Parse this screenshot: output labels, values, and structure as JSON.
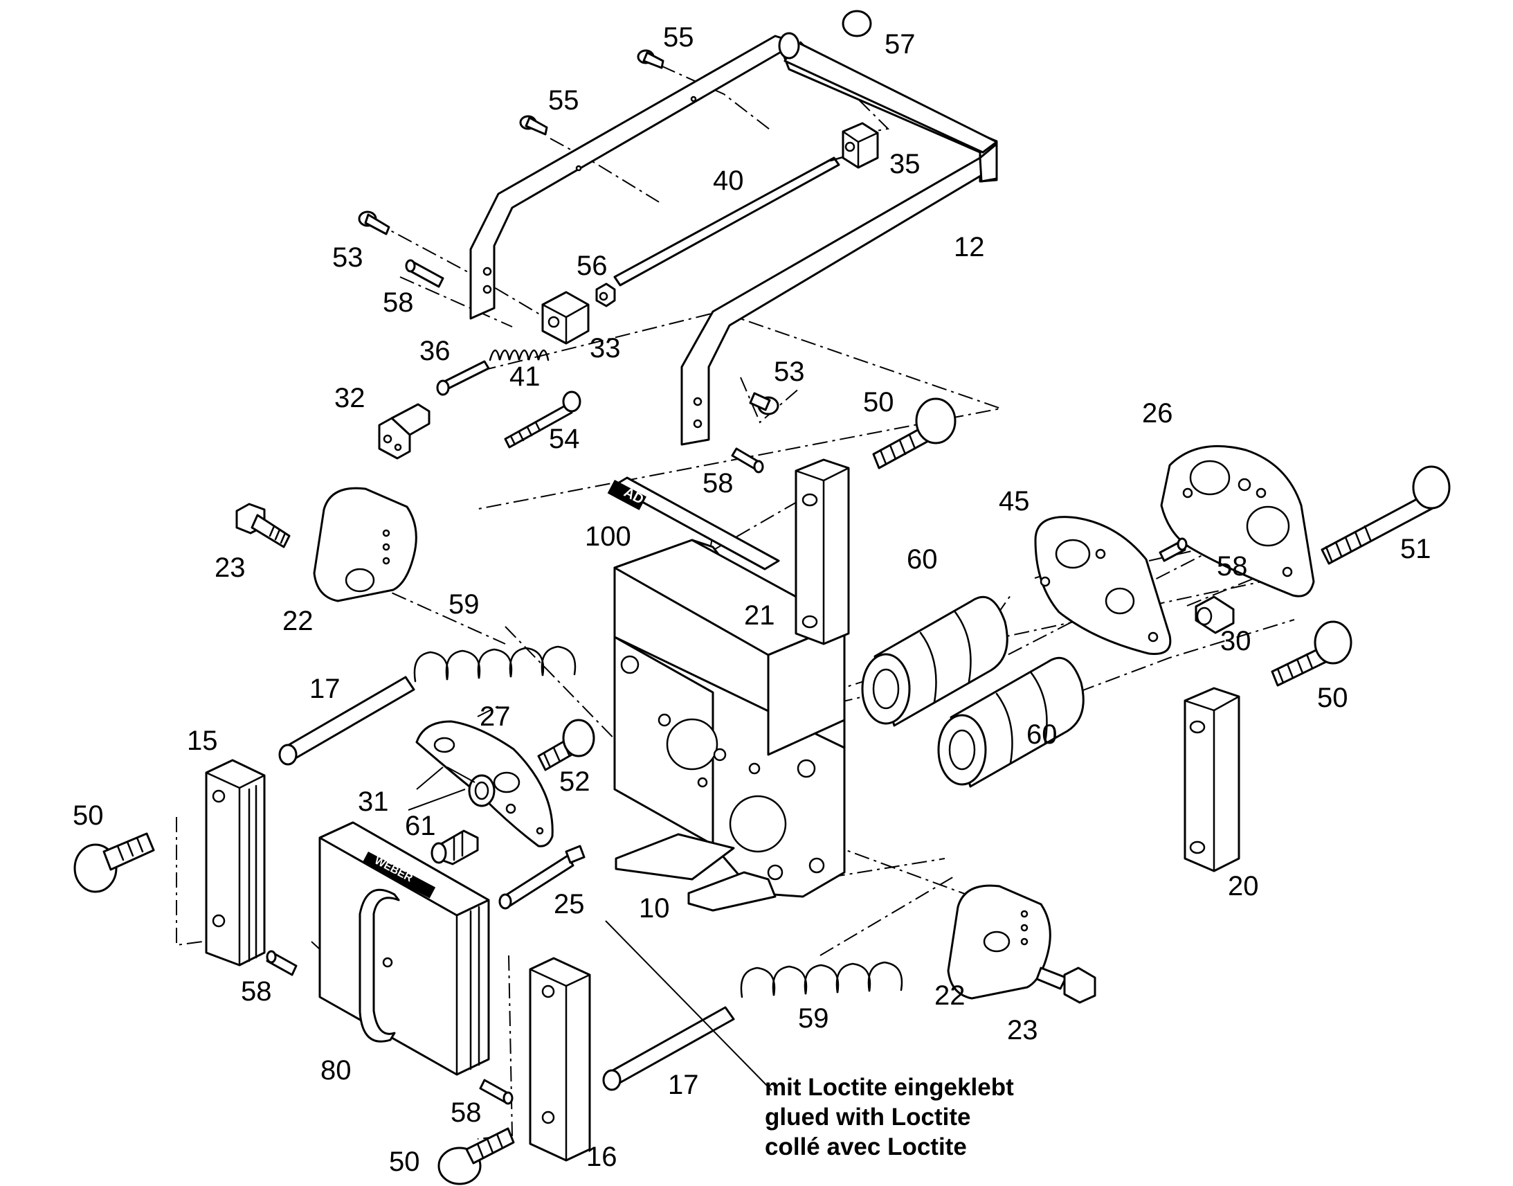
{
  "callouts": {
    "c10": "10",
    "c12": "12",
    "c15": "15",
    "c16": "16",
    "c17a": "17",
    "c17b": "17",
    "c20": "20",
    "c21": "21",
    "c22a": "22",
    "c22b": "22",
    "c23a": "23",
    "c23b": "23",
    "c25": "25",
    "c26": "26",
    "c27": "27",
    "c30": "30",
    "c31": "31",
    "c32": "32",
    "c33": "33",
    "c35": "35",
    "c36": "36",
    "c40": "40",
    "c41": "41",
    "c45": "45",
    "c50a": "50",
    "c50b": "50",
    "c50c": "50",
    "c50d": "50",
    "c51": "51",
    "c52": "52",
    "c53a": "53",
    "c53b": "53",
    "c54": "54",
    "c55a": "55",
    "c55b": "55",
    "c56": "56",
    "c57": "57",
    "c58a": "58",
    "c58b": "58",
    "c58c": "58",
    "c58d": "58",
    "c58e": "58",
    "c59a": "59",
    "c59b": "59",
    "c60a": "60",
    "c60b": "60",
    "c61": "61",
    "c80": "80",
    "c100": "100"
  },
  "note": {
    "de": "mit Loctite eingeklebt",
    "en": "glued with Loctite",
    "fr": "collé avec Loctite"
  },
  "labels_on_parts": {
    "label_100": "AD",
    "label_80": "WEBER"
  }
}
